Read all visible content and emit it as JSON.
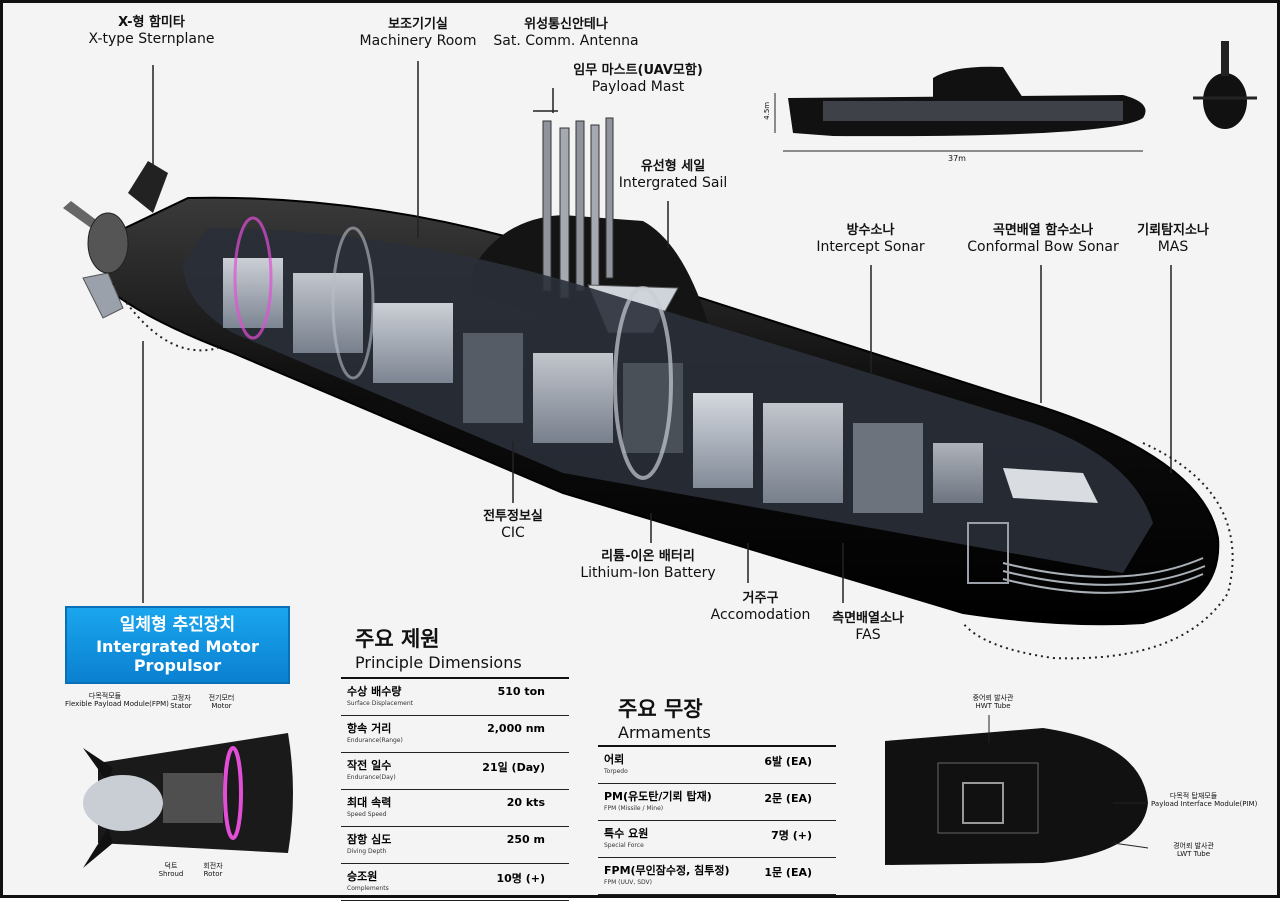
{
  "labels": {
    "sternplane": {
      "ko": "X-형 함미타",
      "en": "X-type Sternplane"
    },
    "machinery_room": {
      "ko": "보조기기실",
      "en": "Machinery Room"
    },
    "sat_antenna": {
      "ko": "위성통신안테나",
      "en": "Sat. Comm. Antenna"
    },
    "payload_mast": {
      "ko": "임무 마스트(UAV모함)",
      "en": "Payload Mast"
    },
    "integrated_sail": {
      "ko": "유선형 세일",
      "en": "Intergrated Sail"
    },
    "intercept_sonar": {
      "ko": "방수소나",
      "en": "Intercept Sonar"
    },
    "bow_sonar": {
      "ko": "곡면배열 함수소나",
      "en": "Conformal Bow Sonar"
    },
    "mas": {
      "ko": "기뢰탐지소나",
      "en": "MAS"
    },
    "cic": {
      "ko": "전투정보실",
      "en": "CIC"
    },
    "battery": {
      "ko": "리튬-이온 배터리",
      "en": "Lithium-Ion Battery"
    },
    "accommodation": {
      "ko": "거주구",
      "en": "Accomodation"
    },
    "fas": {
      "ko": "측면배열소나",
      "en": "FAS"
    }
  },
  "side_view": {
    "height_label": "4.5m",
    "length_label": "37m"
  },
  "propulsor": {
    "title_ko": "일체형 추진장치",
    "title_en_1": "Intergrated Motor",
    "title_en_2": "Propulsor",
    "parts": {
      "payload_module": {
        "ko": "다목적모듈",
        "en": "Flexible Payload Module(FPM)"
      },
      "stator": {
        "ko": "고정자",
        "en": "Stator"
      },
      "motor": {
        "ko": "전기모터",
        "en": "Motor"
      },
      "shroud": {
        "ko": "덕트",
        "en": "Shroud"
      },
      "rotor": {
        "ko": "회전자",
        "en": "Rotor"
      }
    }
  },
  "principle_dimensions": {
    "title_ko": "주요 제원",
    "title_en": "Principle Dimensions",
    "rows": [
      {
        "ko": "수상 배수량",
        "en": "Surface Displacement",
        "value": "510 ton"
      },
      {
        "ko": "항속 거리",
        "en": "Endurance(Range)",
        "value": "2,000 nm"
      },
      {
        "ko": "작전 일수",
        "en": "Endurance(Day)",
        "value": "21일 (Day)"
      },
      {
        "ko": "최대 속력",
        "en": "Speed Speed",
        "value": "20 kts"
      },
      {
        "ko": "잠항 심도",
        "en": "Diving Depth",
        "value": "250 m"
      },
      {
        "ko": "승조원",
        "en": "Complements",
        "value": "10명 (+)"
      }
    ]
  },
  "armaments": {
    "title_ko": "주요 무장",
    "title_en": "Armaments",
    "rows": [
      {
        "ko": "어뢰",
        "en": "Torpedo",
        "value": "6발 (EA)"
      },
      {
        "ko": "PM(유도탄/기뢰 탑재)",
        "en": "FPM (Missile / Mine)",
        "value": "2문 (EA)"
      },
      {
        "ko": "특수 요원",
        "en": "Special Force",
        "value": "7명 (+)"
      },
      {
        "ko": "FPM(무인잠수정, 침투정)",
        "en": "FPM (UUV, SDV)",
        "value": "1문 (EA)"
      }
    ]
  },
  "bow_detail": {
    "hwt": {
      "ko": "중어뢰 발사관",
      "en": "HWT Tube"
    },
    "payload_interface": {
      "ko": "다목적 탑재모듈",
      "en": "Payload Interface Module(PIM)"
    },
    "lwt": {
      "ko": "경어뢰 발사관",
      "en": "LWT Tube"
    }
  }
}
